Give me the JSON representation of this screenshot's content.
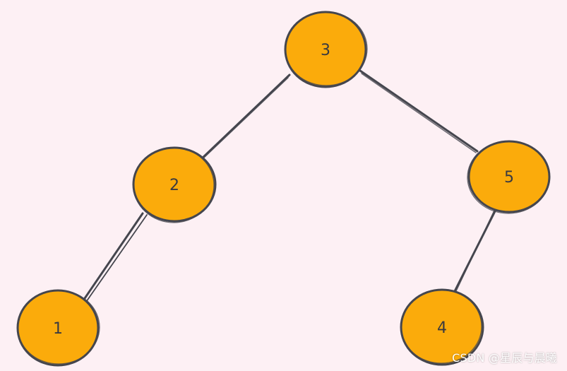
{
  "colors": {
    "background": "#fdf0f4",
    "node_fill": "#fbab0b",
    "stroke": "#45464e",
    "watermark": "#ffffff"
  },
  "tree": {
    "nodes": [
      {
        "id": "n3",
        "label": "3"
      },
      {
        "id": "n2",
        "label": "2"
      },
      {
        "id": "n5",
        "label": "5"
      },
      {
        "id": "n1",
        "label": "1"
      },
      {
        "id": "n4",
        "label": "4"
      }
    ],
    "edges": [
      {
        "from": "n3",
        "to": "n2"
      },
      {
        "from": "n3",
        "to": "n5"
      },
      {
        "from": "n2",
        "to": "n1"
      },
      {
        "from": "n5",
        "to": "n4"
      }
    ]
  },
  "watermark": {
    "text": "CSDN @星辰与晨曦"
  }
}
